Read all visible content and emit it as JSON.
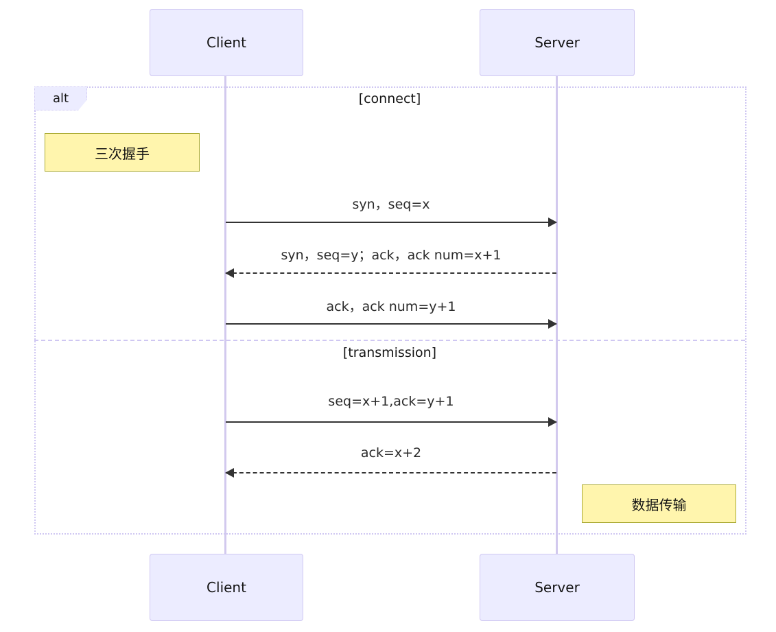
{
  "participants": {
    "client": "Client",
    "server": "Server"
  },
  "frame": {
    "operator": "alt",
    "sections": [
      {
        "label": "[connect]"
      },
      {
        "label": "[transmission]"
      }
    ]
  },
  "notes": [
    {
      "text": "三次握手",
      "position": "left of Client"
    },
    {
      "text": "数据传输",
      "position": "right of Server"
    }
  ],
  "messages": [
    {
      "label": "syn，seq=x",
      "from": "Client",
      "to": "Server",
      "line": "solid"
    },
    {
      "label": "syn，seq=y；ack，ack num=x+1",
      "from": "Server",
      "to": "Client",
      "line": "dashed"
    },
    {
      "label": "ack，ack num=y+1",
      "from": "Client",
      "to": "Server",
      "line": "solid"
    },
    {
      "label": "seq=x+1,ack=y+1",
      "from": "Client",
      "to": "Server",
      "line": "solid"
    },
    {
      "label": "ack=x+2",
      "from": "Server",
      "to": "Client",
      "line": "dashed"
    }
  ],
  "colors": {
    "actor_fill": "#ECECFF",
    "actor_border": "#CFC7F2",
    "lifeline": "#D2C9EE",
    "frame_border": "#CFC7F2",
    "note_fill": "#FFF5AD",
    "note_border": "#AAAA33",
    "arrow": "#333333",
    "text": "#141414"
  }
}
